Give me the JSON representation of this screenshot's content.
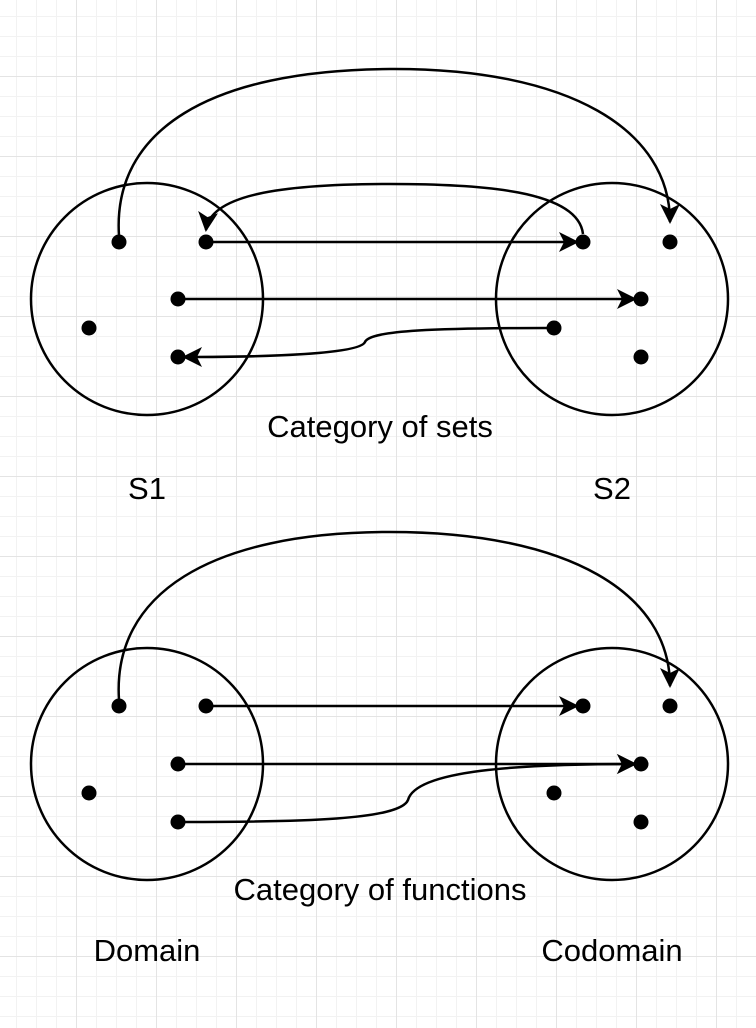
{
  "diagrams": [
    {
      "caption": "Category of sets",
      "left_label": "S1",
      "right_label": "S2"
    },
    {
      "caption": "Category of functions",
      "left_label": "Domain",
      "right_label": "Codomain"
    }
  ],
  "colors": {
    "stroke": "#000000",
    "background": "#ffffff",
    "grid": "#e4e4e4"
  }
}
